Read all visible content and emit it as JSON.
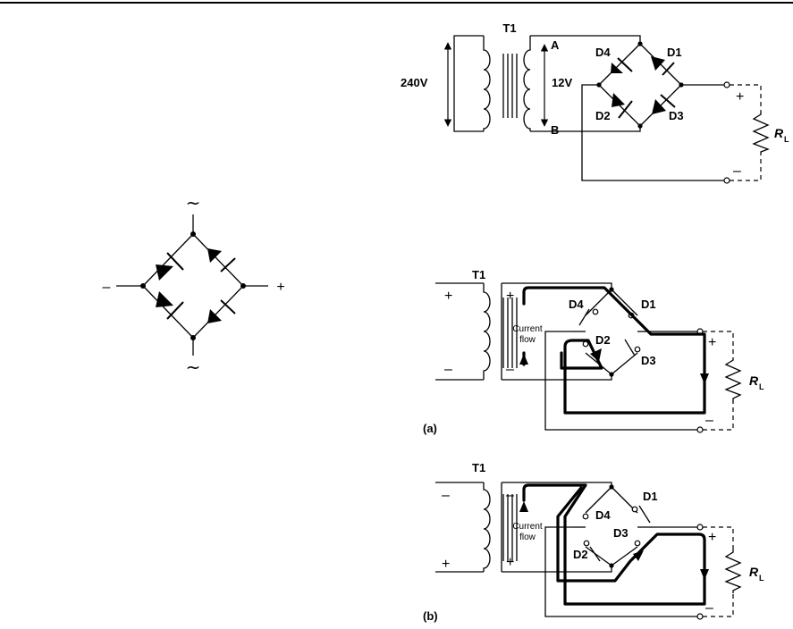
{
  "symbol": {
    "ac_top": "~",
    "ac_bottom": "~",
    "minus": "–",
    "plus": "+"
  },
  "top_circuit": {
    "transformer": "T1",
    "primary_voltage": "240V",
    "secondary_voltage": "12V",
    "node_a": "A",
    "node_b": "B",
    "diodes": [
      "D4",
      "D1",
      "D2",
      "D3"
    ],
    "plus": "+",
    "minus": "–",
    "load_r": "R",
    "load_sub": "L"
  },
  "circuit_a": {
    "caption": "(a)",
    "transformer": "T1",
    "primary_plus": "+",
    "primary_minus": "–",
    "secondary_plus": "+",
    "secondary_minus": "–",
    "current_line1": "Current",
    "current_line2": "flow",
    "diodes": [
      "D4",
      "D1",
      "D2",
      "D3"
    ],
    "plus": "+",
    "minus": "–",
    "load_r": "R",
    "load_sub": "L"
  },
  "circuit_b": {
    "caption": "(b)",
    "transformer": "T1",
    "primary_minus": "–",
    "primary_plus": "+",
    "secondary_minus": "–",
    "secondary_plus": "+",
    "current_line1": "Current",
    "current_line2": "flow",
    "diodes": [
      "D1",
      "D4",
      "D3",
      "D2"
    ],
    "plus": "+",
    "minus": "–",
    "load_r": "R",
    "load_sub": "L"
  }
}
